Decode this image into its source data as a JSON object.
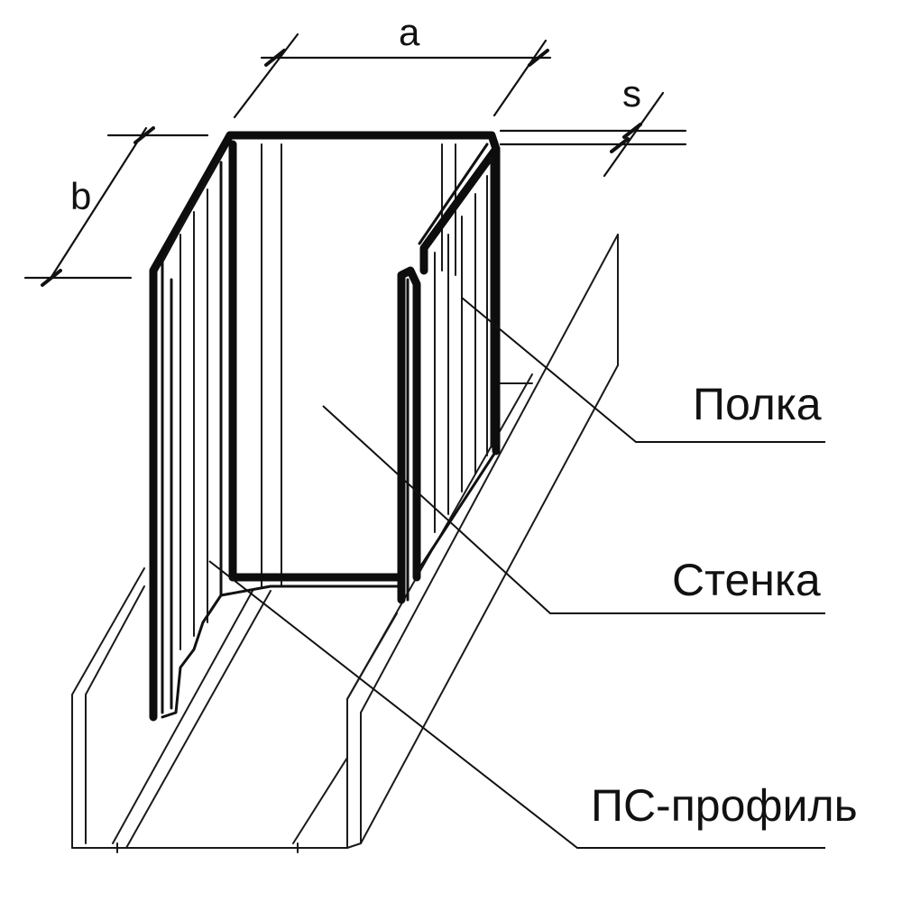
{
  "dimensions": {
    "a": "a",
    "b": "b",
    "s": "s"
  },
  "callouts": {
    "shelf": "Полка",
    "wall": "Стенка",
    "profile": "ПС-профиль"
  }
}
